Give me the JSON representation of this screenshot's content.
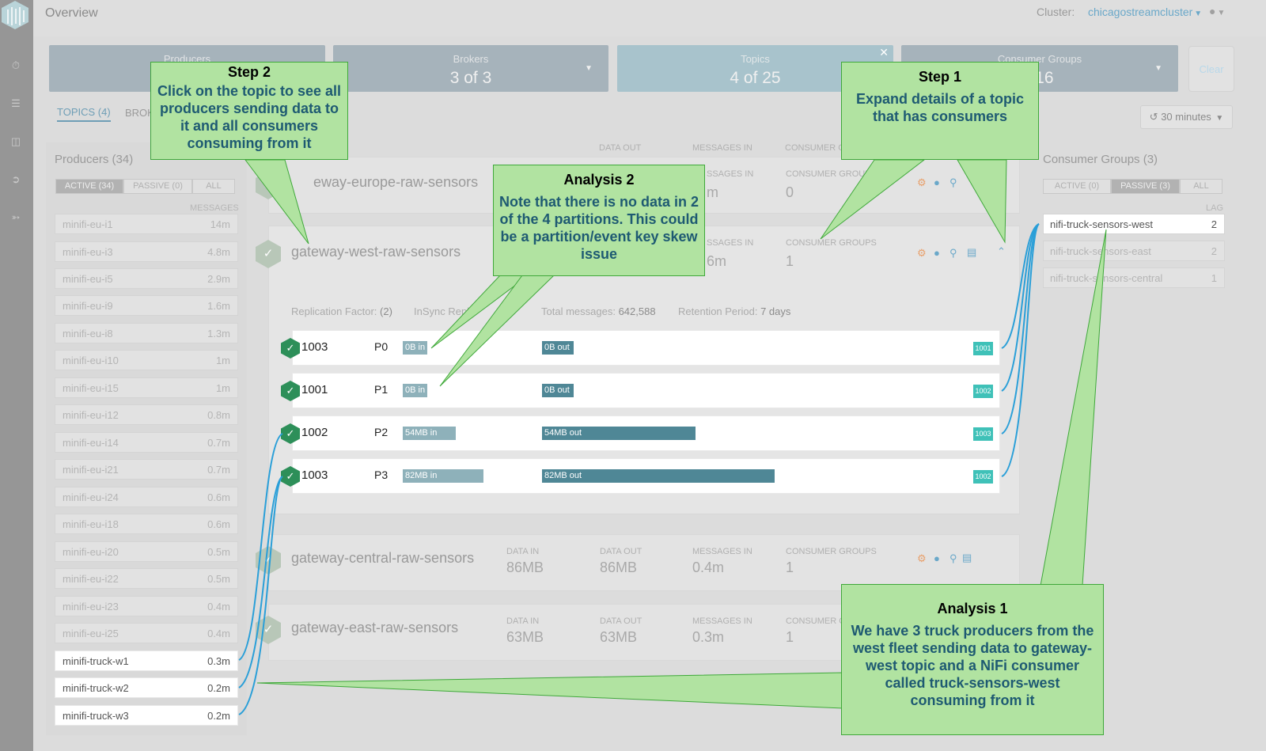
{
  "header": {
    "title": "Overview",
    "cluster_label": "Cluster:",
    "cluster_name": "chicagostreamcluster"
  },
  "tiles": [
    {
      "label": "Producers",
      "value": ""
    },
    {
      "label": "Brokers",
      "value": "3 of 3"
    },
    {
      "label": "Topics",
      "value": "4 of 25"
    },
    {
      "label": "Consumer Groups",
      "value": "f 16"
    }
  ],
  "clear_label": "Clear",
  "tabs": {
    "topics": "TOPICS (4)",
    "brokers": "BROK"
  },
  "time_range": "30 minutes",
  "producers": {
    "title": "Producers (34)",
    "filters": [
      "ACTIVE (34)",
      "PASSIVE (0)",
      "ALL"
    ],
    "col_header": "MESSAGES",
    "rows": [
      {
        "name": "minifi-eu-i1",
        "value": "14m"
      },
      {
        "name": "minifi-eu-i3",
        "value": "4.8m"
      },
      {
        "name": "minifi-eu-i5",
        "value": "2.9m"
      },
      {
        "name": "minifi-eu-i9",
        "value": "1.6m"
      },
      {
        "name": "minifi-eu-i8",
        "value": "1.3m"
      },
      {
        "name": "minifi-eu-i10",
        "value": "1m"
      },
      {
        "name": "minifi-eu-i15",
        "value": "1m"
      },
      {
        "name": "minifi-eu-i12",
        "value": "0.8m"
      },
      {
        "name": "minifi-eu-i14",
        "value": "0.7m"
      },
      {
        "name": "minifi-eu-i21",
        "value": "0.7m"
      },
      {
        "name": "minifi-eu-i24",
        "value": "0.6m"
      },
      {
        "name": "minifi-eu-i18",
        "value": "0.6m"
      },
      {
        "name": "minifi-eu-i20",
        "value": "0.5m"
      },
      {
        "name": "minifi-eu-i22",
        "value": "0.5m"
      },
      {
        "name": "minifi-eu-i23",
        "value": "0.4m"
      },
      {
        "name": "minifi-eu-i25",
        "value": "0.4m"
      },
      {
        "name": "minifi-truck-w1",
        "value": "0.3m"
      },
      {
        "name": "minifi-truck-w2",
        "value": "0.2m"
      },
      {
        "name": "minifi-truck-w3",
        "value": "0.2m"
      }
    ]
  },
  "columns": {
    "data_in": "DATA IN",
    "data_out": "DATA OUT",
    "messages_in": "MESSAGES IN",
    "consumer_groups": "CONSUMER GROUPS",
    "consumer_trunc": "CONSUMER G"
  },
  "topics": [
    {
      "name": "eway-europe-raw-sensors",
      "messages_tail": "m",
      "consumer_groups": "0"
    },
    {
      "name": "gateway-west-raw-sensors",
      "messages_tail": "6m",
      "consumer_groups": "1"
    },
    {
      "name": "gateway-central-raw-sensors",
      "data_in": "86MB",
      "data_out": "86MB",
      "messages_in": "0.4m",
      "consumer_groups": "1"
    },
    {
      "name": "gateway-east-raw-sensors",
      "data_in": "63MB",
      "data_out": "63MB",
      "messages_in": "0.3m",
      "consumer_groups": "1"
    }
  ],
  "details": {
    "replication_label": "Replication Factor:",
    "replication_value": "(2)",
    "insync_label": "InSync Replic",
    "total_label": "Total messages:",
    "total_value": "642,588",
    "retention_label": "Retention Period:",
    "retention_value": "7 days"
  },
  "partitions": [
    {
      "broker": "1003",
      "partition": "P0",
      "in": "0B in",
      "out": "0B out",
      "in_level": 0.0,
      "out_level": 0.0,
      "consumer": "1001"
    },
    {
      "broker": "1001",
      "partition": "P1",
      "in": "0B in",
      "out": "0B out",
      "in_level": 0.0,
      "out_level": 0.0,
      "consumer": "1002"
    },
    {
      "broker": "1002",
      "partition": "P2",
      "in": "54MB in",
      "out": "54MB out",
      "in_level": 54,
      "out_level": 54,
      "consumer": "1003"
    },
    {
      "broker": "1003",
      "partition": "P3",
      "in": "82MB in",
      "out": "82MB out",
      "in_level": 82,
      "out_level": 82,
      "consumer": "1002"
    }
  ],
  "consumers": {
    "title": "Consumer Groups (3)",
    "filters": [
      "ACTIVE (0)",
      "PASSIVE (3)",
      "ALL"
    ],
    "col_header": "LAG",
    "rows": [
      {
        "name": "nifi-truck-sensors-west",
        "value": "2"
      },
      {
        "name": "nifi-truck-sensors-east",
        "value": "2"
      },
      {
        "name": "nifi-truck-sensors-central",
        "value": "1"
      }
    ]
  },
  "callouts": {
    "step2": {
      "title": "Step 2",
      "text": "Click on the topic to see all producers sending data to it and all consumers consuming from it"
    },
    "step1": {
      "title": "Step 1",
      "text": "Expand details of a topic that has consumers"
    },
    "analysis2": {
      "title": "Analysis 2",
      "text": "Note that there is no data in 2 of the 4 partitions. This could be a partition/event key skew issue"
    },
    "analysis1": {
      "title": "Analysis 1",
      "text": "We have 3 truck producers from the west fleet sending  data to gateway-west topic and a NiFi consumer called truck-sensors-west consuming from it"
    }
  },
  "colors": {
    "accent": "#6aa8c9",
    "callout_bg": "#b1e3a1",
    "callout_border": "#3fa83a",
    "callout_text": "#1e5a72",
    "check": "#2d8f59",
    "consumer_badge": "#3fc1b8",
    "link_line": "#2a9fd8"
  }
}
